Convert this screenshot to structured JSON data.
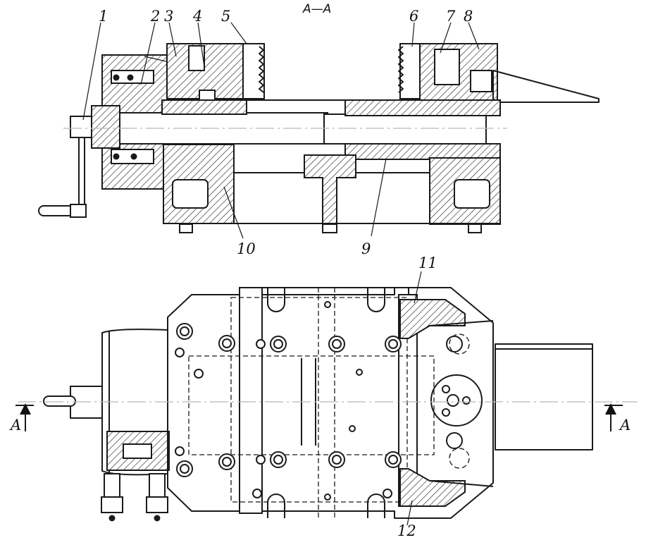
{
  "section_title": "A—A",
  "callouts": [
    "1",
    "2",
    "3",
    "4",
    "5",
    "6",
    "7",
    "8",
    "9",
    "10",
    "11",
    "12"
  ],
  "section_markers": {
    "left": "A",
    "right": "A"
  }
}
